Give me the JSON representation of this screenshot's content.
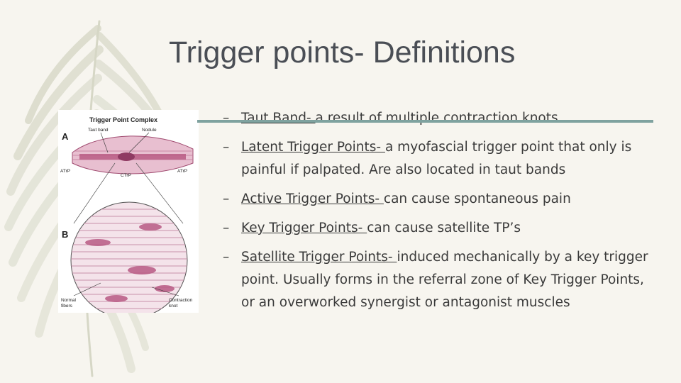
{
  "slide": {
    "title": "Trigger points- Definitions",
    "bullets": [
      {
        "term": "Taut Band- ",
        "text": "a result of multiple contraction knots"
      },
      {
        "term": "Latent Trigger Points- ",
        "text": "a myofascial trigger point that only is painful if palpated. Are also located in taut bands"
      },
      {
        "term": "Active Trigger Points- ",
        "text": "can cause spontaneous pain"
      },
      {
        "term": "Key Trigger Points- ",
        "text": "can cause satellite TP’s"
      },
      {
        "term": "Satellite Trigger Points- ",
        "text": "induced mechanically by a key trigger point. Usually forms in the referral zone of Key Trigger Points, or an overworked synergist or antagonist muscles"
      }
    ],
    "dash": "–"
  },
  "figure": {
    "title": "Trigger Point Complex",
    "panel_a": "A",
    "panel_b": "B",
    "label_taut_band": "Taut band",
    "label_nodule": "Nodule",
    "label_atrp_left": "ATrP",
    "label_atrp_right": "ATrP",
    "label_ctrp": "CTrP",
    "label_normal_line1": "Normal",
    "label_normal_line2": "fibers",
    "label_contraction_line1": "Contraction",
    "label_contraction_line2": "knot"
  },
  "colors": {
    "background": "#f7f5ef",
    "title": "#4a4e55",
    "accent_rule": "#7fa29f",
    "leaf": "#d7d8c8",
    "muscle": "#b85a84"
  }
}
